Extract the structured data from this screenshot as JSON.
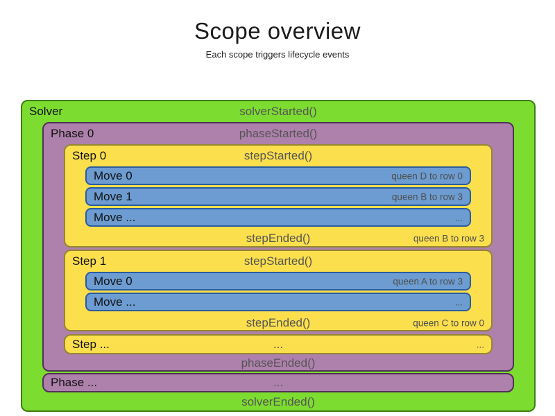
{
  "title": "Scope overview",
  "subtitle": "Each scope triggers lifecycle events",
  "colors": {
    "solver_fill": "#7cdc30",
    "solver_border": "#3e7d12",
    "phase_fill": "#ae80ac",
    "phase_border": "#4f3157",
    "step_fill": "#fbdf4d",
    "step_border": "#94872f",
    "move_fill": "#6c9cd1",
    "move_border": "#2b5c9e",
    "label_text": "#111111",
    "event_text": "#555555",
    "note_text": "#4e4e4e"
  },
  "solver": {
    "label": "Solver",
    "started": "solverStarted()",
    "ended": "solverEnded()",
    "phases": [
      {
        "label": "Phase 0",
        "started": "phaseStarted()",
        "ended": "phaseEnded()",
        "steps": [
          {
            "label": "Step 0",
            "started": "stepStarted()",
            "ended": "stepEnded()",
            "ended_note": "queen B to row 3",
            "moves": [
              {
                "label": "Move 0",
                "note": "queen D to row 0"
              },
              {
                "label": "Move 1",
                "note": "queen B to row 3"
              },
              {
                "label": "Move ...",
                "note": "..."
              }
            ]
          },
          {
            "label": "Step 1",
            "started": "stepStarted()",
            "ended": "stepEnded()",
            "ended_note": "queen C to row 0",
            "moves": [
              {
                "label": "Move 0",
                "note": "queen A to row 3"
              },
              {
                "label": "Move ...",
                "note": "..."
              }
            ]
          }
        ],
        "step_more": {
          "label": "Step ...",
          "center": "...",
          "right": "..."
        }
      }
    ],
    "phase_more": {
      "label": "Phase ...",
      "center": "..."
    }
  }
}
